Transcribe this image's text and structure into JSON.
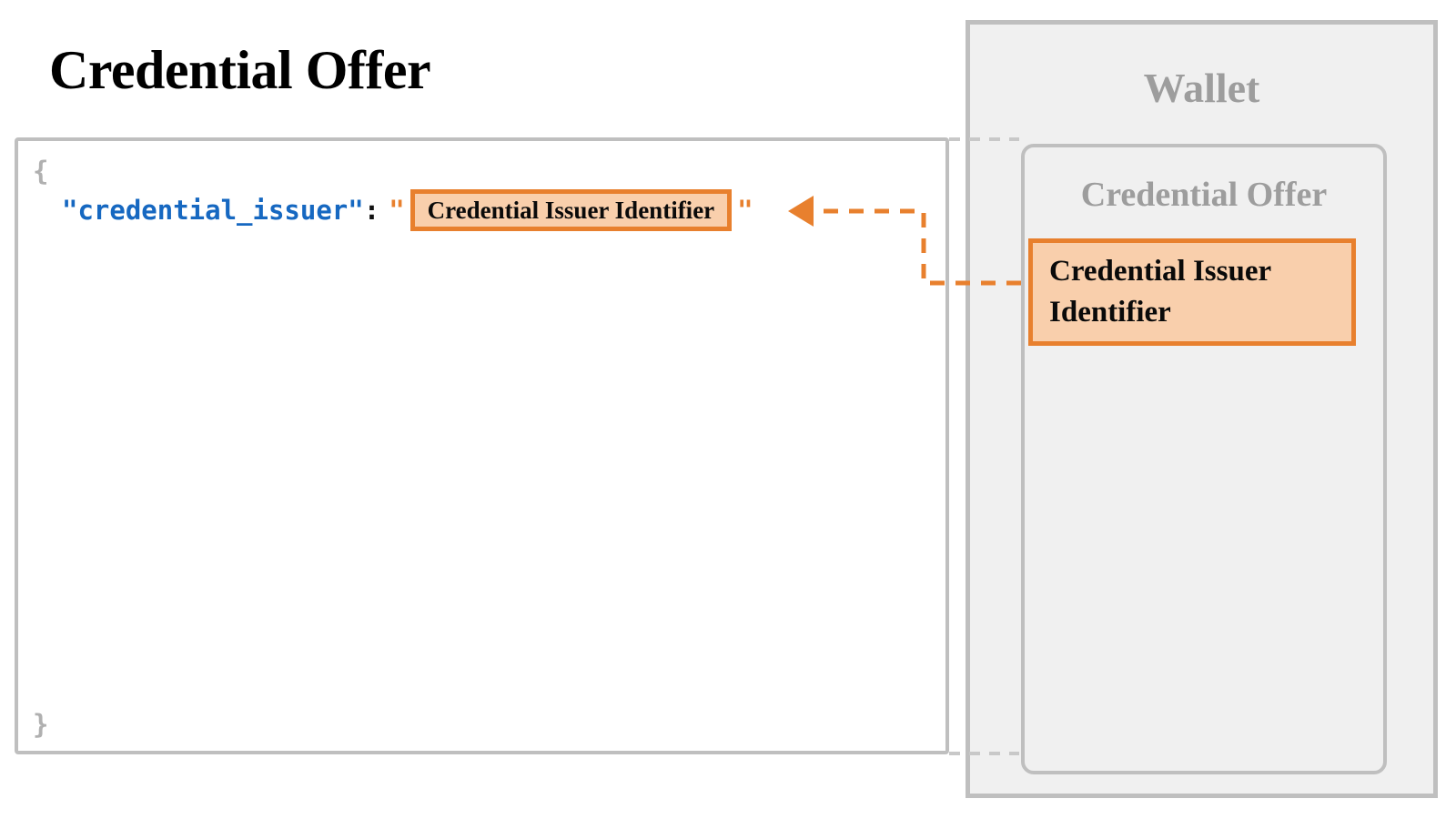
{
  "page": {
    "title": "Credential Offer",
    "background": "#ffffff"
  },
  "code_panel": {
    "name": "credential-offer-json",
    "brace_open": "{",
    "brace_close": "}",
    "key": "\"credential_issuer\"",
    "colon": ":",
    "quote_open": "\"",
    "quote_close": "\"",
    "value_placeholder": "Credential Issuer Identifier",
    "border_color": "#bfbfbf"
  },
  "wallet": {
    "title": "Wallet",
    "panel_bg": "#f0f0f0",
    "panel_border": "#bfbfbf",
    "title_color": "#9d9d9d",
    "offer_card": {
      "title": "Credential Offer",
      "item_label": "Credential Issuer Identifier"
    }
  },
  "highlight": {
    "fill": "#f9cfac",
    "border": "#e8802e",
    "text_color": "#0a0a0a"
  },
  "connector": {
    "color": "#e8802e",
    "style": "dashed",
    "arrow": "left",
    "guide_color": "#c8c8c8"
  },
  "syntax_colors": {
    "key": "#1668c1",
    "punctuation": "#111111",
    "brace": "#b0b0b0",
    "string_quote": "#e8802e"
  }
}
